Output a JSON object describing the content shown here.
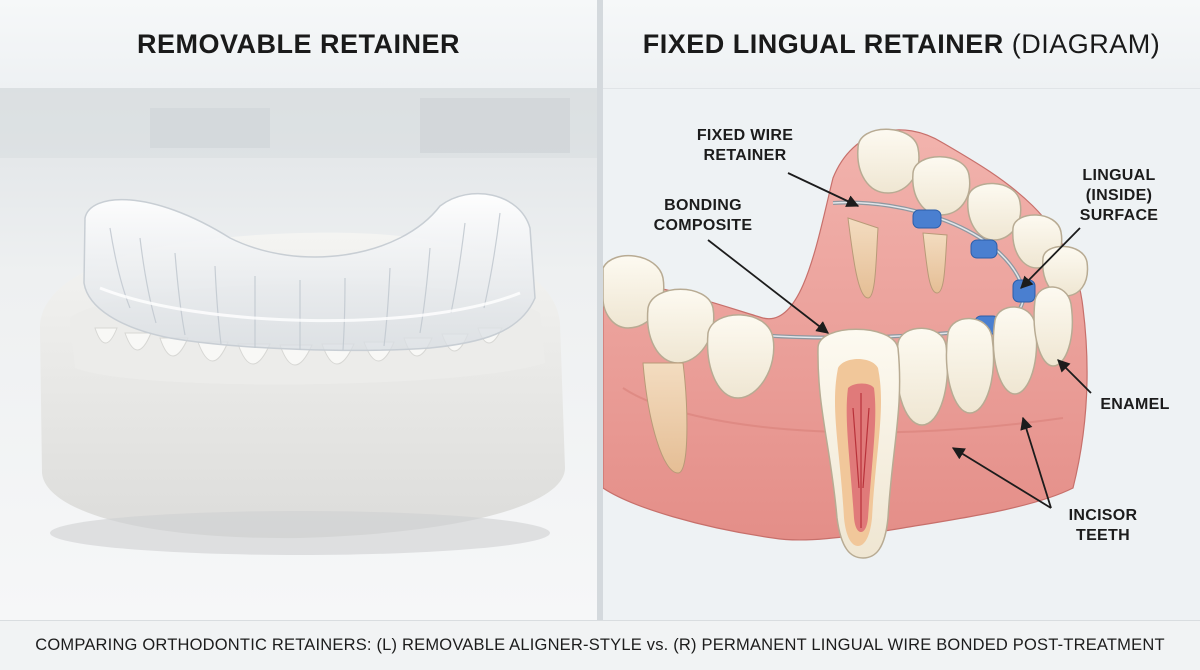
{
  "left_panel": {
    "title": "REMOVABLE RETAINER"
  },
  "right_panel": {
    "title_bold": "FIXED LINGUAL RETAINER",
    "title_suffix": "(DIAGRAM)",
    "labels": {
      "fixed_wire_line1": "FIXED WIRE",
      "fixed_wire_line2": "RETAINER",
      "bonding_line1": "BONDING",
      "bonding_line2": "COMPOSITE",
      "lingual_line1": "LINGUAL",
      "lingual_line2": "(INSIDE)",
      "lingual_line3": "SURFACE",
      "enamel": "ENAMEL",
      "incisor_line1": "INCISOR",
      "incisor_line2": "TEETH"
    }
  },
  "caption": "COMPARING ORTHODONTIC RETAINERS: (L) REMOVABLE ALIGNER-STYLE vs. (R) PERMANENT LINGUAL WIRE BONDED POST-TREATMENT",
  "colors": {
    "gum": "#e89a96",
    "tooth": "#f7f1e4",
    "composite": "#4a7fd0",
    "wire": "#9aa3ab"
  }
}
